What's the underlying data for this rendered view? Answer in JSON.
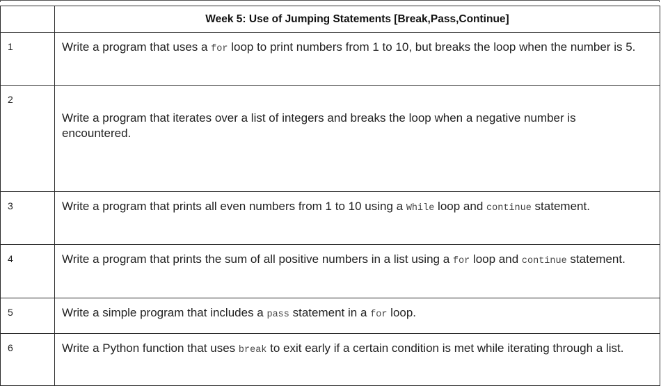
{
  "table": {
    "header": "Week 5: Use of Jumping Statements [Break,Pass,Continue]",
    "rows": [
      {
        "num": "1",
        "parts": [
          {
            "t": "Write a program that uses a "
          },
          {
            "t": "for",
            "code": true
          },
          {
            "t": " loop to print numbers from 1 to 10, but breaks the loop when the number is 5."
          }
        ]
      },
      {
        "num": "2",
        "parts": [
          {
            "t": "Write a program that iterates over a list of integers and breaks the loop when a negative number is encountered."
          }
        ]
      },
      {
        "num": "3",
        "parts": [
          {
            "t": "Write a program that prints all even numbers from 1 to 10 using a "
          },
          {
            "t": "While",
            "code": true
          },
          {
            "t": " loop and "
          },
          {
            "t": "continue",
            "code": true
          },
          {
            "t": " statement."
          }
        ]
      },
      {
        "num": "4",
        "parts": [
          {
            "t": "Write a program that prints the sum of all positive numbers in a list using a "
          },
          {
            "t": "for",
            "code": true
          },
          {
            "t": " loop and "
          },
          {
            "t": "continue",
            "code": true
          },
          {
            "t": " statement."
          }
        ]
      },
      {
        "num": "5",
        "parts": [
          {
            "t": "Write a simple program that includes a "
          },
          {
            "t": "pass",
            "code": true
          },
          {
            "t": " statement in a "
          },
          {
            "t": "for",
            "code": true
          },
          {
            "t": " loop."
          }
        ]
      },
      {
        "num": "6",
        "parts": [
          {
            "t": "Write a Python function that uses "
          },
          {
            "t": "break",
            "code": true
          },
          {
            "t": " to exit early if a certain condition is met while iterating through a list."
          }
        ]
      }
    ]
  }
}
